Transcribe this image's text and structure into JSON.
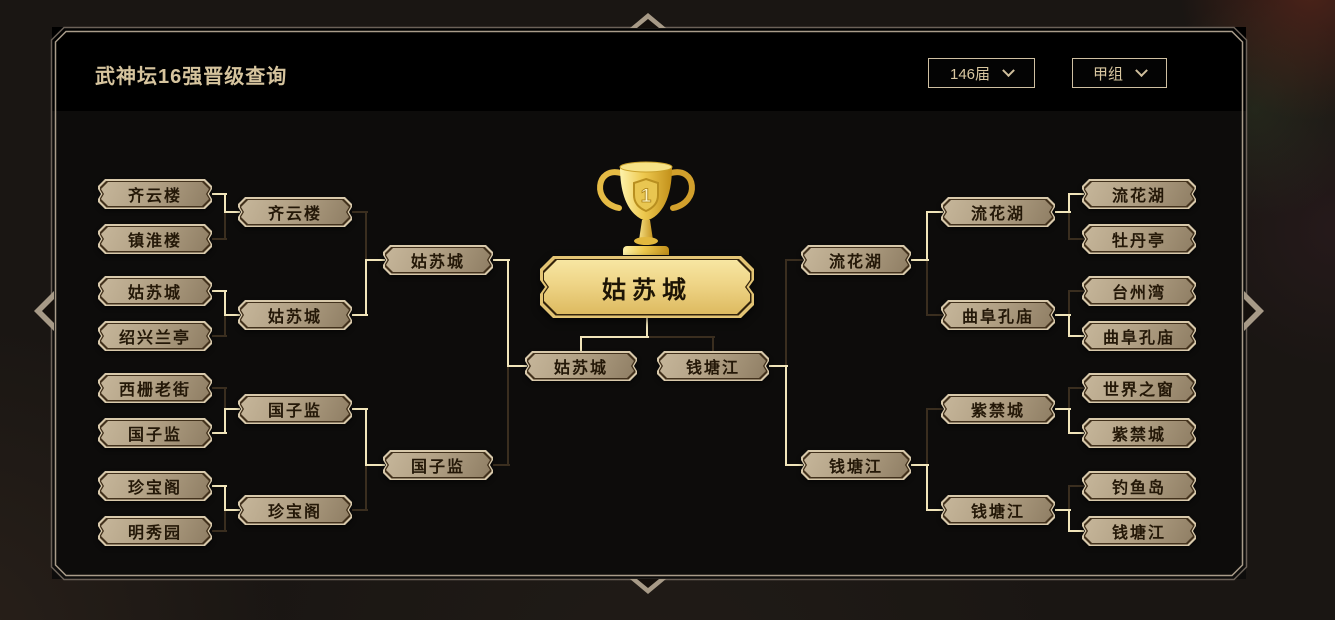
{
  "header": {
    "title": "武神坛16强晋级查询",
    "selects": [
      {
        "name": "session",
        "value": "146届"
      },
      {
        "name": "group",
        "value": "甲组"
      }
    ]
  },
  "bracket": {
    "champion": "姑苏城",
    "left": {
      "round16": [
        [
          "齐云楼",
          "镇淮楼"
        ],
        [
          "姑苏城",
          "绍兴兰亭"
        ],
        [
          "西栅老街",
          "国子监"
        ],
        [
          "珍宝阁",
          "明秀园"
        ]
      ],
      "quarter": [
        [
          "齐云楼",
          "姑苏城"
        ],
        [
          "国子监",
          "珍宝阁"
        ]
      ],
      "semi": [
        "姑苏城",
        "国子监"
      ],
      "finalist": "姑苏城"
    },
    "right": {
      "round16": [
        [
          "流花湖",
          "牡丹亭"
        ],
        [
          "台州湾",
          "曲阜孔庙"
        ],
        [
          "世界之窗",
          "紫禁城"
        ],
        [
          "钓鱼岛",
          "钱塘江"
        ]
      ],
      "quarter": [
        [
          "流花湖",
          "曲阜孔庙"
        ],
        [
          "紫禁城",
          "钱塘江"
        ]
      ],
      "semi": [
        "流花湖",
        "钱塘江"
      ],
      "finalist": "钱塘江"
    }
  },
  "icons": {
    "trophy": "trophy-first-place",
    "select_chevron": "chevron-down",
    "nav_left": "arrow-left",
    "nav_right": "arrow-right",
    "deco_top": "chevron-up",
    "deco_bottom": "chevron-down"
  },
  "colors": {
    "line_winner": "#f1e5ba",
    "line_loser": "#3a2e1f",
    "box_edge": "#d8c9ab",
    "box_fill": "#b2a185",
    "champion_gold": "#eed486",
    "frame_outer": "#6b6158",
    "frame_inner": "#a99c8a",
    "title_text": "#d6c49e"
  }
}
